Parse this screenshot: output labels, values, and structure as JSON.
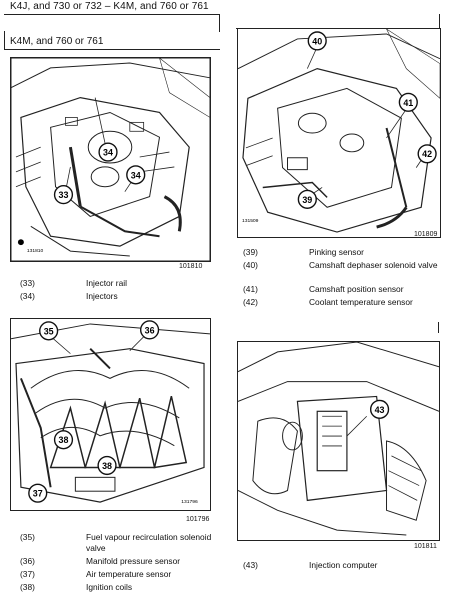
{
  "header": {
    "title": "K4J, and 730 or 732 – K4M, and 760 or 761"
  },
  "section": {
    "label": "K4M, and 760 or 761"
  },
  "figures": {
    "fig1": {
      "code_small": "131810",
      "ref": "101810",
      "callouts": [
        "34",
        "34",
        "33"
      ]
    },
    "fig2": {
      "code_small": "131509",
      "ref": "101809",
      "callouts": [
        "40",
        "41",
        "42",
        "39"
      ]
    },
    "fig3": {
      "code_small": "131796",
      "ref": "101796",
      "callouts": [
        "35",
        "36",
        "38",
        "38",
        "37"
      ]
    },
    "fig4": {
      "code_small": "",
      "ref": "101811",
      "callouts": [
        "43"
      ]
    }
  },
  "legends": {
    "fig1": [
      {
        "num": "(33)",
        "text": "Injector rail"
      },
      {
        "num": "(34)",
        "text": "Injectors"
      }
    ],
    "fig2": [
      {
        "num": "(39)",
        "text": "Pinking sensor"
      },
      {
        "num": "(40)",
        "text": "Camshaft dephaser solenoid valve"
      },
      {
        "num": "(41)",
        "text": "Camshaft position sensor"
      },
      {
        "num": "(42)",
        "text": "Coolant temperature sensor"
      }
    ],
    "fig3": [
      {
        "num": "(35)",
        "text": "Fuel vapour recirculation solenoid valve"
      },
      {
        "num": "(36)",
        "text": "Manifold pressure sensor"
      },
      {
        "num": "(37)",
        "text": "Air temperature sensor"
      },
      {
        "num": "(38)",
        "text": "Ignition coils"
      }
    ],
    "fig4": [
      {
        "num": "(43)",
        "text": "Injection computer"
      }
    ]
  }
}
